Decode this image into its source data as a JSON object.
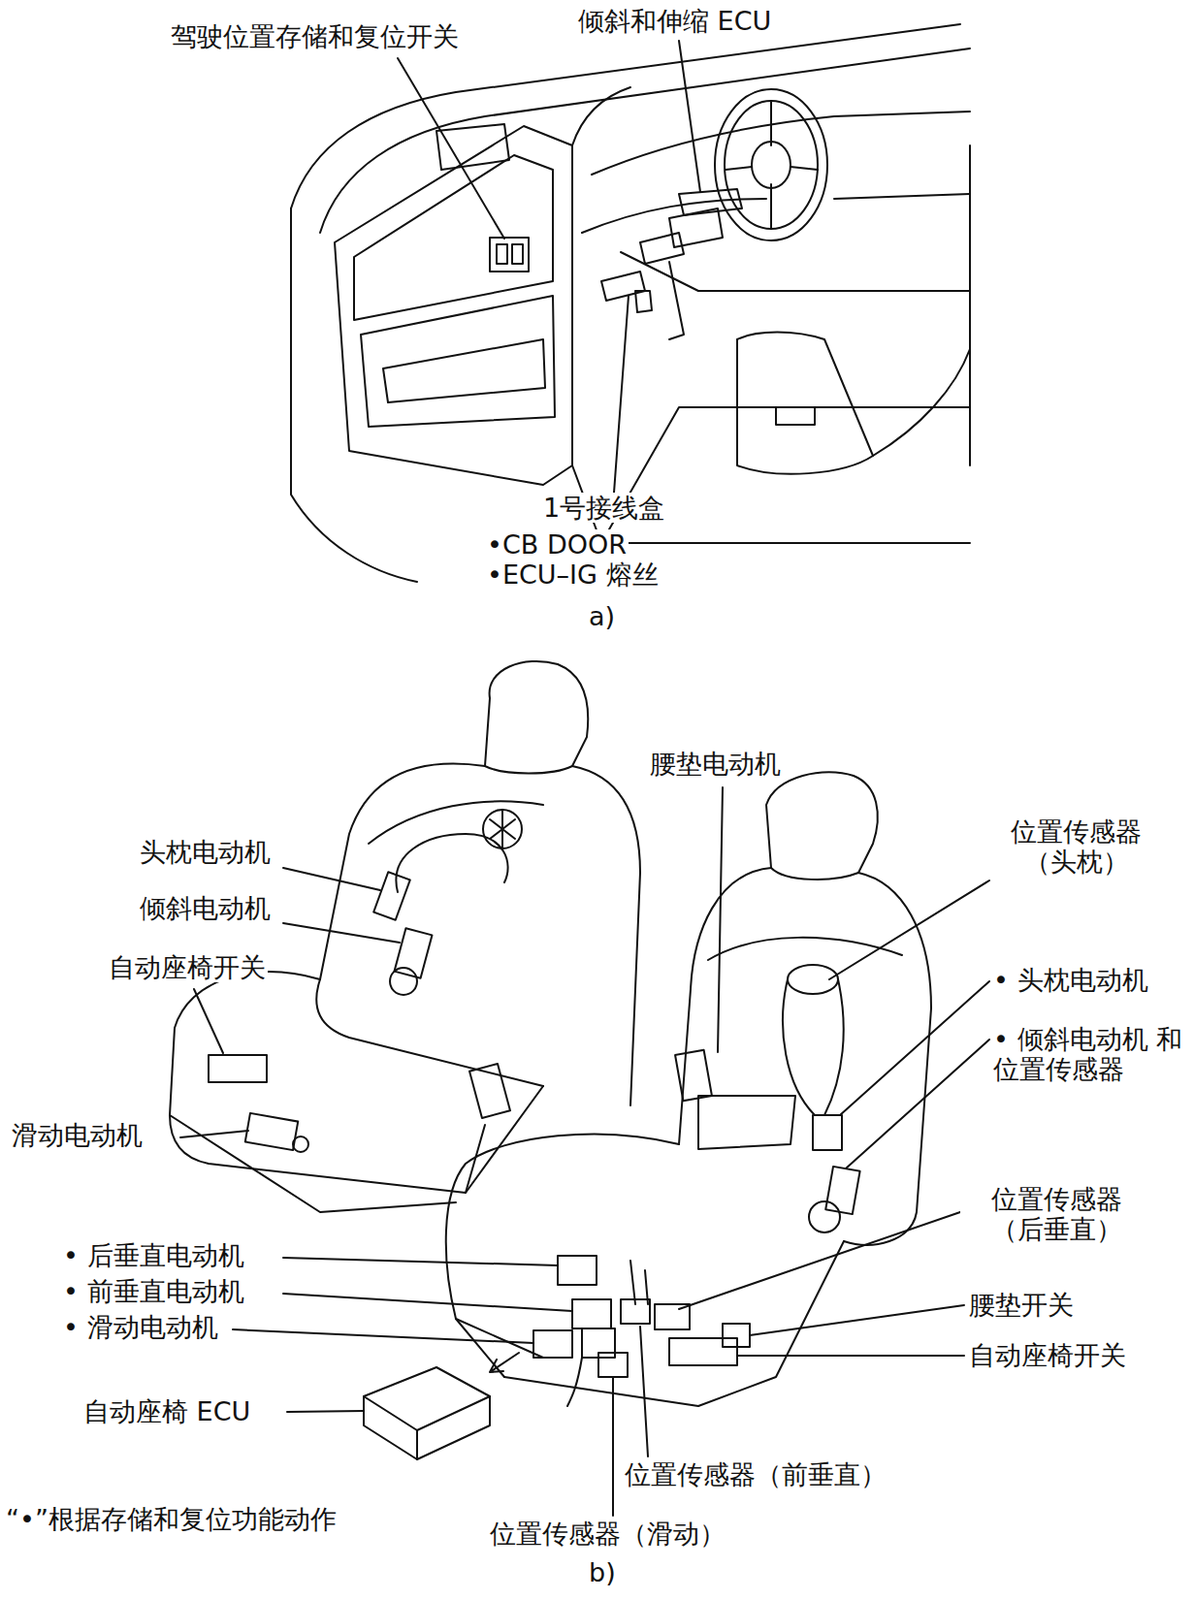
{
  "diagram": {
    "labels": [
      "驾驶位置存储和复位开关",
      "倾斜和伸缩 ECU",
      "1号接线盒",
      "•CB DOOR",
      "•ECU–IG 熔丝",
      "a)",
      "腰垫电动机",
      "头枕电动机",
      "位置传感器 （头枕）",
      "倾斜电动机",
      "• 头枕电动机",
      "自动座椅开关",
      "• 倾斜电动机 和位置传感器",
      "滑动电动机",
      "位置传感器 （后垂直）",
      "• 后垂直电动机",
      "腰垫开关",
      "• 前垂直电动机",
      "• 滑动电动机",
      "自动座椅开关",
      "自动座椅 ECU",
      "位置传感器（前垂直）",
      "“•”根据存储和复位功能动作",
      "位置传感器（滑动）",
      "b)"
    ]
  }
}
